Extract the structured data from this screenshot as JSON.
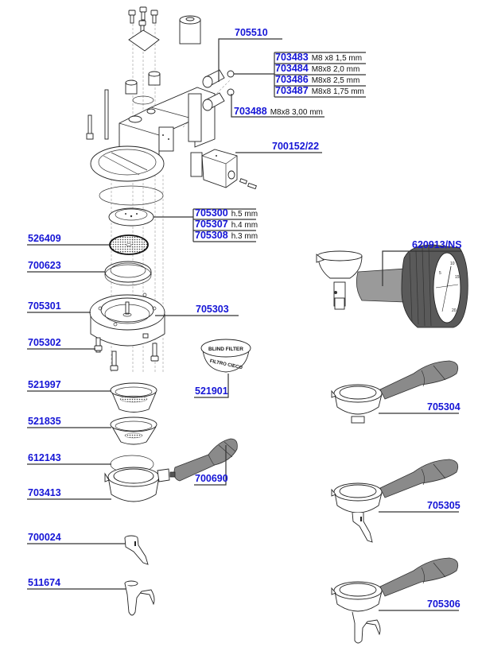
{
  "diagram": {
    "title": "Espresso group head exploded parts diagram",
    "label_color": "#1515d6",
    "labels": {
      "p705510": "705510",
      "p703483": "703483",
      "s703483": "M8 x8 1,5  mm",
      "p703484": "703484",
      "s703484": "M8x8 2,0   mm",
      "p703486": "703486",
      "s703486": "M8x8 2,5   mm",
      "p703487": "703487",
      "s703487": "M8x8 1,75 mm",
      "p703488": "703488",
      "s703488": "M8x8 3,00 mm",
      "p700152": "700152/22",
      "p705300": "705300",
      "s705300": "h.5 mm",
      "p705307": "705307",
      "s705307": "h.4 mm",
      "p705308": "705308",
      "s705308": "h.3 mm",
      "p526409": "526409",
      "p700623": "700623",
      "p705301": "705301",
      "p705303": "705303",
      "p705302": "705302",
      "p620913": "620913/NS",
      "p521997": "521997",
      "p521901": "521901",
      "p521835": "521835",
      "p612143": "612143",
      "p703413": "703413",
      "p700690": "700690",
      "p700024": "700024",
      "p511674": "511674",
      "p705304": "705304",
      "p705305": "705305",
      "p705306": "705306"
    },
    "blind_filter": {
      "top_text": "BLIND FILTER",
      "side_text": "FILTRO CIECO"
    },
    "gauge_ticks": [
      "5",
      "10",
      "15",
      "20"
    ]
  }
}
